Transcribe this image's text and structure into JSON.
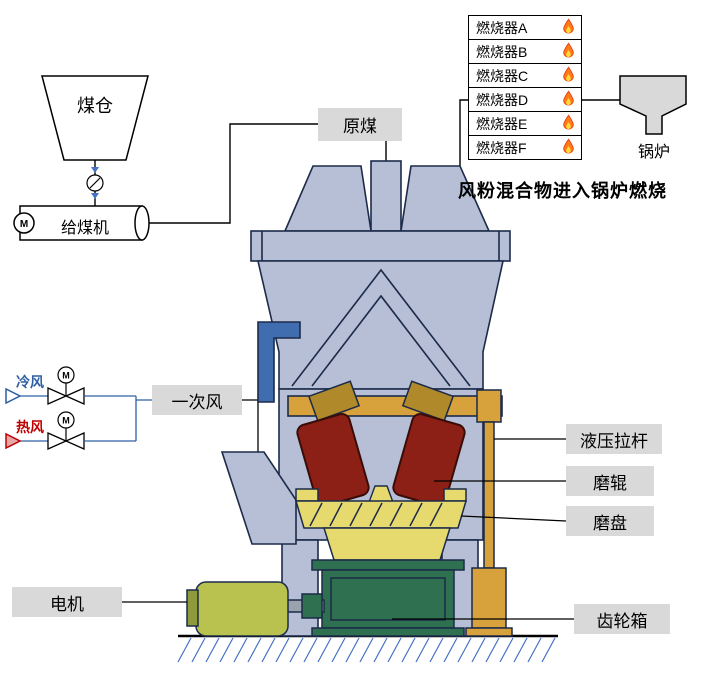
{
  "labels": {
    "coal_bunker": "煤仓",
    "coal_feeder": "给煤机",
    "raw_coal": "原煤",
    "boiler": "锅炉",
    "mixture_note": "风粉混合物进入锅炉燃烧",
    "cold_air": "冷风",
    "hot_air": "热风",
    "primary_air": "一次风",
    "hydraulic_rod": "液压拉杆",
    "grinding_roller": "磨辊",
    "grinding_disc": "磨盘",
    "motor": "电机",
    "gearbox": "齿轮箱",
    "motor_symbol": "M"
  },
  "burners": [
    {
      "label": "燃烧器A"
    },
    {
      "label": "燃烧器B"
    },
    {
      "label": "燃烧器C"
    },
    {
      "label": "燃烧器D"
    },
    {
      "label": "燃烧器E"
    },
    {
      "label": "燃烧器F"
    }
  ],
  "colors": {
    "mill_body": "#b6bfd5",
    "outline": "#1c2b4a",
    "roller": "#8c2016",
    "roller_arm": "#b08a2a",
    "table": "#e6d96d",
    "gearbox": "#2e7050",
    "motor": "#b9c24f",
    "hydraulic": "#d7a13b",
    "pipe": "#3f6db0",
    "cold_air": "#2e5fa3",
    "hot_air": "#c00000",
    "label_bg": "#d9d9d9",
    "boiler_fill": "#d9d9d9",
    "flame_outer": "#ff7a1a",
    "flame_inner": "#ffd93b",
    "ground_hatch": "#4472c4"
  }
}
